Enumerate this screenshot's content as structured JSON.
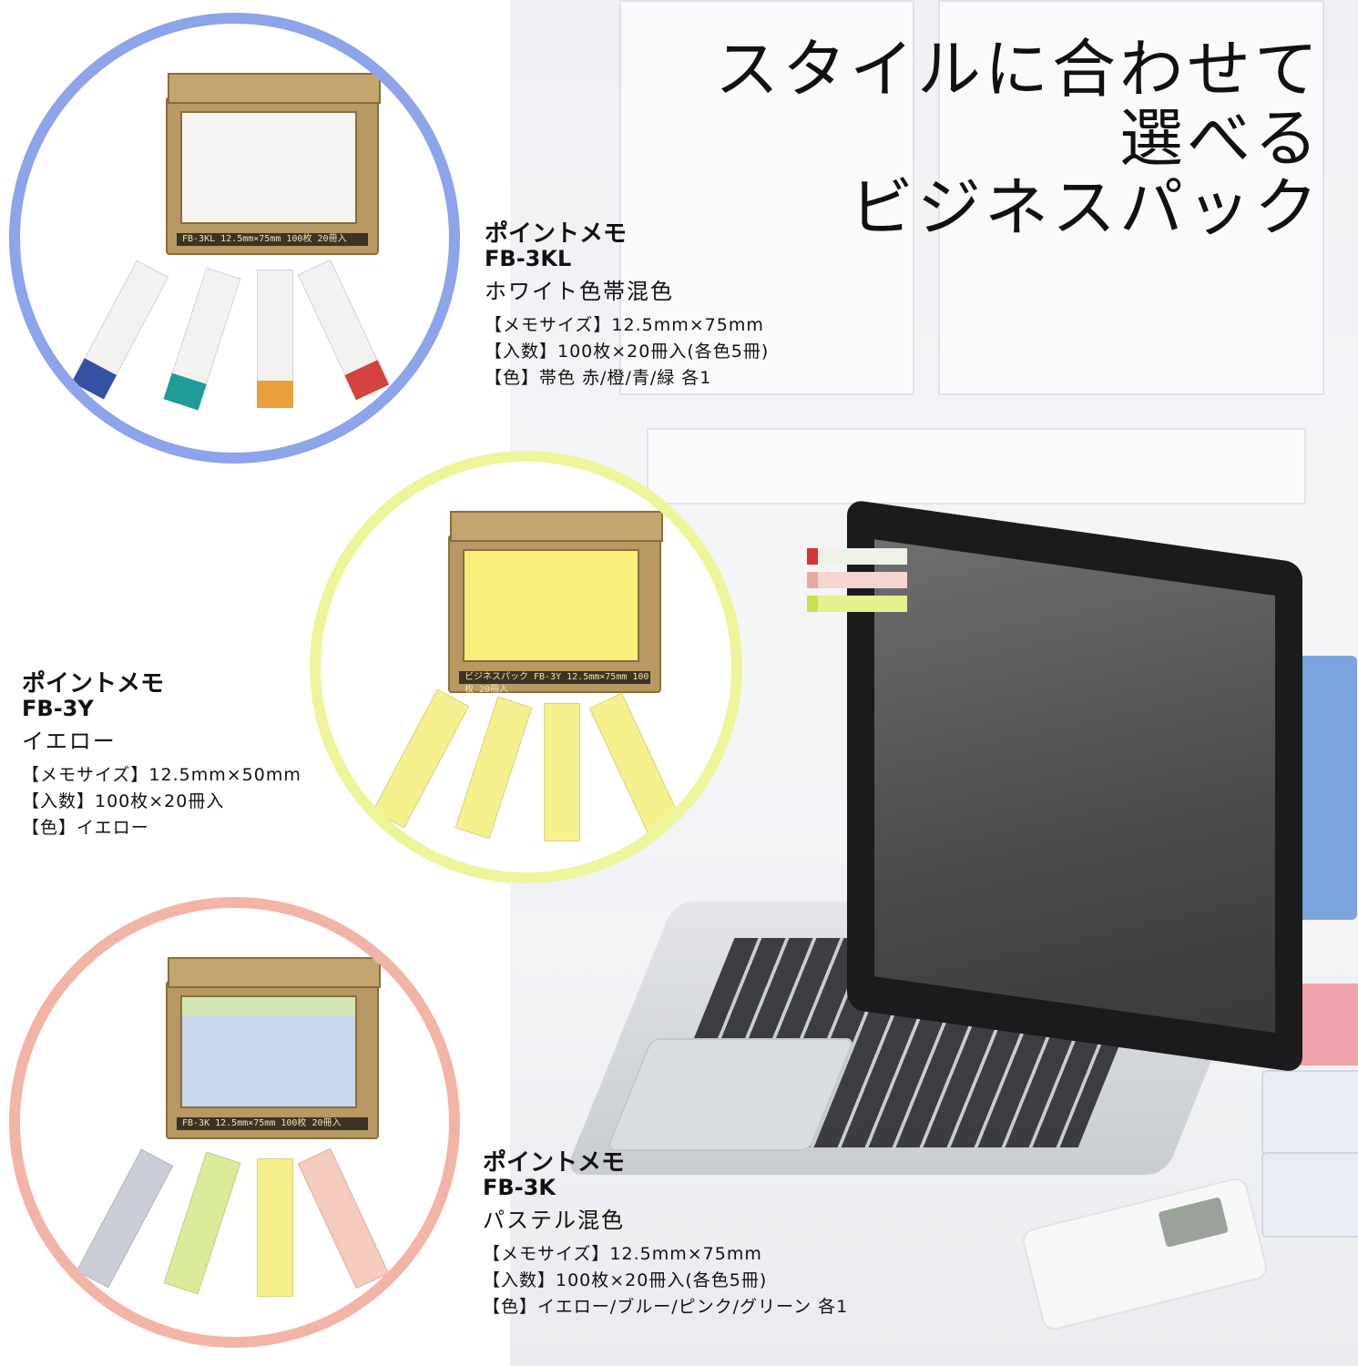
{
  "headline": {
    "line1": "スタイルに合わせて",
    "line2": "選べる",
    "line3": "ビジネスパック"
  },
  "products": [
    {
      "brand": "ポイントメモ",
      "model": "FB-3KL",
      "color_name": "ホワイト色帯混色",
      "spec_size": "【メモサイズ】12.5mm×75mm",
      "spec_count": "【入数】100枚×20冊入(各色5冊)",
      "spec_color": "【色】帯色 赤/橙/青/緑 各1",
      "box_label": "FB-3KL 12.5mm×75mm 100枚 20冊入",
      "circle_color": "#8da3ea",
      "paper_color": "#f4f4f2",
      "stick_colors": [
        "#f2f2f0",
        "#f2f2f0",
        "#f2f2f0",
        "#f2f2f0"
      ],
      "cap_colors": [
        "#3451a3",
        "#1f9c96",
        "#e8a13a",
        "#d4433f"
      ]
    },
    {
      "brand": "ポイントメモ",
      "model": "FB-3Y",
      "color_name": "イエロー",
      "spec_size": "【メモサイズ】12.5mm×50mm",
      "spec_count": "【入数】100枚×20冊入",
      "spec_color": "【色】イエロー",
      "box_label": "ビジネスパック FB-3Y 12.5mm×75mm 100枚 20冊入",
      "circle_color": "#eef49a",
      "paper_color": "#f6f07a",
      "stick_colors": [
        "#f7f08f",
        "#f7f08f",
        "#f7f08f",
        "#f7f08f"
      ],
      "cap_colors": [
        "#efe46a",
        "#efe46a",
        "#efe46a",
        "#efe46a"
      ]
    },
    {
      "brand": "ポイントメモ",
      "model": "FB-3K",
      "color_name": "パステル混色",
      "spec_size": "【メモサイズ】12.5mm×75mm",
      "spec_count": "【入数】100枚×20冊入(各色5冊)",
      "spec_color": "【色】イエロー/ブルー/ピンク/グリーン 各1",
      "box_label": "FB-3K 12.5mm×75mm 100枚 20冊入",
      "circle_color": "#f3b4a8",
      "paper_color": "#c9d8ea",
      "stick_colors": [
        "#c9cdd6",
        "#d9ec9a",
        "#f5f08c",
        "#f4cbbd"
      ],
      "cap_colors": [
        "#a9adb6",
        "#b8d27a",
        "#e9e26a",
        "#e7ae9c"
      ]
    }
  ],
  "laptop_flags": [
    "#d83232",
    "#e7aaa2",
    "#c7e24a"
  ]
}
